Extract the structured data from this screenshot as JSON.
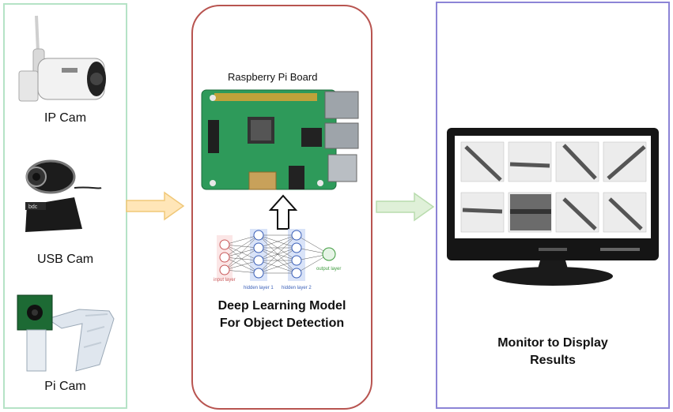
{
  "inputs": {
    "ip_cam": "IP Cam",
    "usb_cam": "USB Cam",
    "pi_cam": "Pi Cam"
  },
  "processing": {
    "board_label": "Raspberry Pi Board",
    "model_line1": "Deep Learning Model",
    "model_line2": "For Object Detection",
    "nn": {
      "input_layer": "input layer",
      "hidden_layer_1": "hidden layer 1",
      "hidden_layer_2": "hidden layer 2",
      "output_layer": "output layer"
    }
  },
  "output": {
    "title_line1": "Monitor to Display",
    "title_line2": "Results"
  },
  "colors": {
    "cam_panel_border": "#b5e3c6",
    "pi_panel_border": "#b85450",
    "monitor_panel_border": "#8c84d6",
    "arrow_left_fill": "#ffe6b8",
    "arrow_right_fill": "#dff0d8"
  }
}
